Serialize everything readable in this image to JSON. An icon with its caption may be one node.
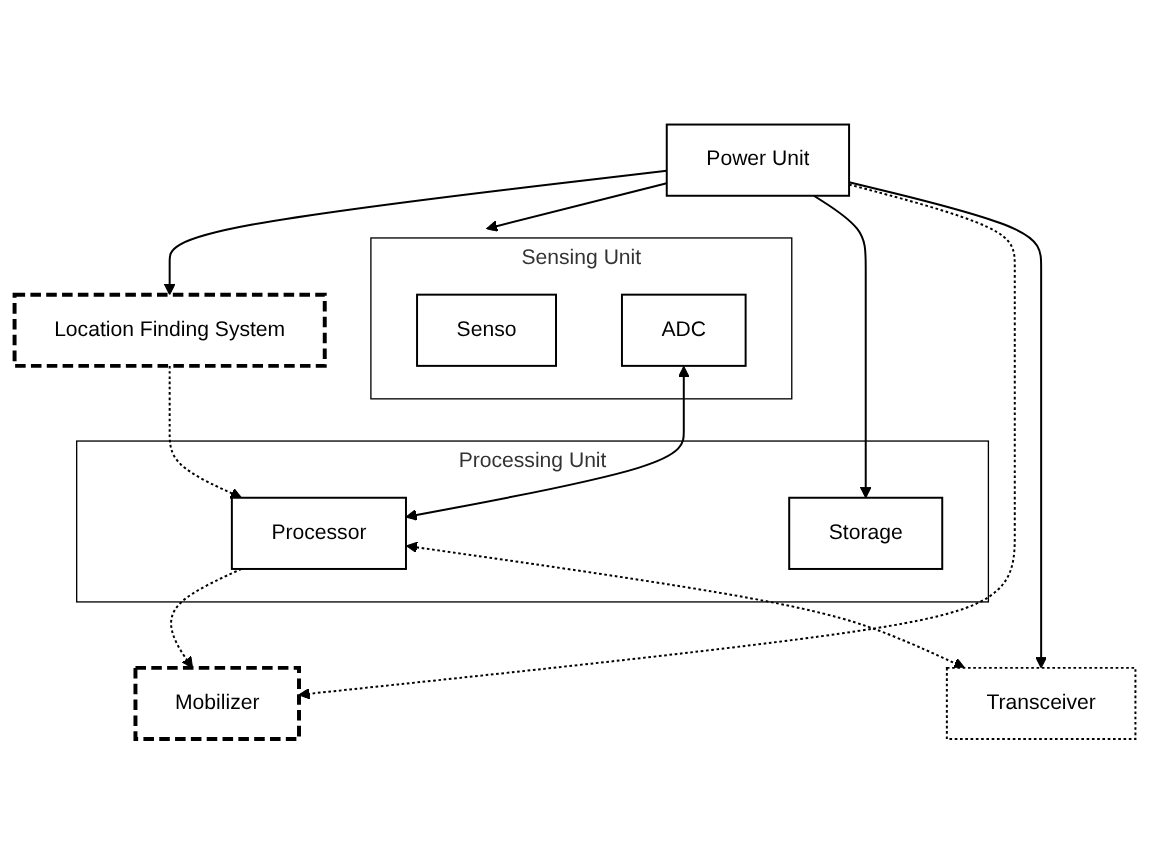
{
  "diagram": {
    "nodes": [
      {
        "text": [
          "Location Finding System"
        ]
      },
      {
        "text": [
          "Mobilizer"
        ]
      },
      {
        "text": [
          "Sensing Unit"
        ]
      },
      {
        "text": [
          "Senso"
        ],
        "in": 2
      },
      {
        "text": [
          "ADC"
        ],
        "in": 2
      },
      {
        "text": [
          "Processing Unit"
        ]
      },
      {
        "text": [
          "Processor"
        ],
        "in": 5
      },
      {
        "text": [
          "Storage"
        ],
        "in": 5
      },
      {
        "text": [
          "Transceiver"
        ]
      },
      {
        "text": [
          "Power Unit"
        ]
      }
    ],
    "edges": [
      {
        "from": 9,
        "to": 0,
        "arrow": "to"
      },
      {
        "from": 0,
        "to": 6,
        "arrow": "to",
        "style": "dashed"
      },
      {
        "from": 6,
        "to": 1,
        "arrow": "to",
        "style": "dashed"
      },
      {
        "from": 9,
        "to": 1,
        "arrow": "to",
        "style": "dashed"
      },
      {
        "from": 4,
        "to": 6,
        "arrow": "both"
      },
      {
        "from": 6,
        "to": 8,
        "arrow": "both",
        "style": "dashed"
      },
      {
        "from": 9,
        "to": 2,
        "arrow": "to"
      },
      {
        "from": 9,
        "to": 7,
        "arrow": "to"
      },
      {
        "from": 9,
        "to": 8,
        "arrow": "to"
      }
    ]
  }
}
